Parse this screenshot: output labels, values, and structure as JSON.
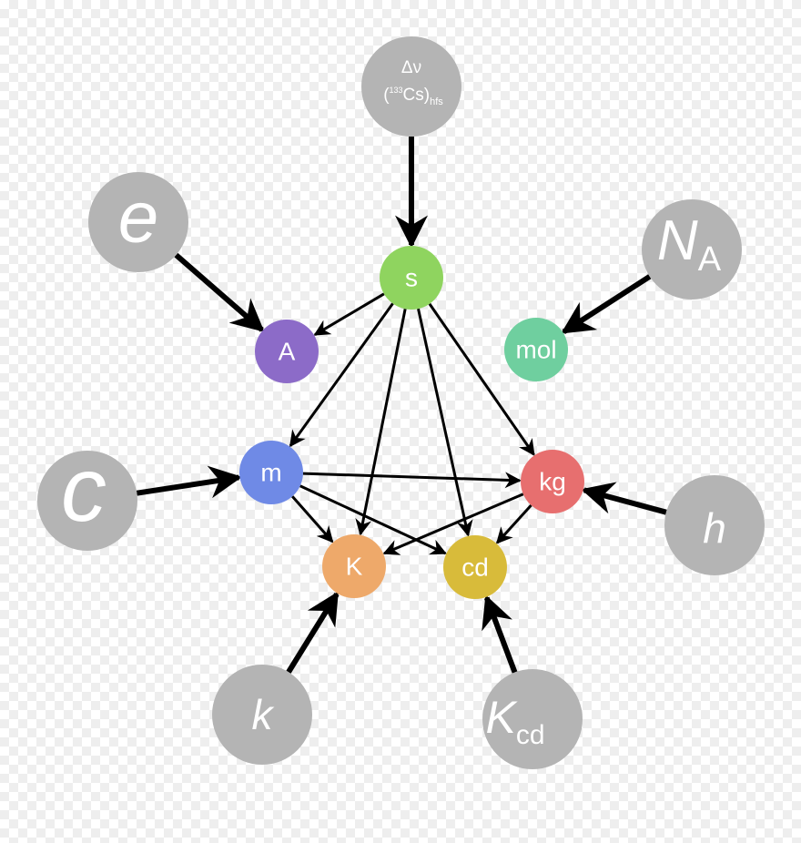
{
  "units": {
    "s": {
      "label": "s",
      "color": "#8fd45f"
    },
    "A": {
      "label": "A",
      "color": "#8c6bc8"
    },
    "mol": {
      "label": "mol",
      "color": "#6fcf9f"
    },
    "m": {
      "label": "m",
      "color": "#6f8ae6"
    },
    "kg": {
      "label": "kg",
      "color": "#e76f6f"
    },
    "K": {
      "label": "K",
      "color": "#eea96a"
    },
    "cd": {
      "label": "cd",
      "color": "#d8bb3a"
    }
  },
  "constants": {
    "dnu": {
      "line1": "Δν",
      "open": "(",
      "sup": "133",
      "cs": "Cs)",
      "sub": "hfs",
      "color": "#b4b4b4"
    },
    "e": {
      "main": "e",
      "color": "#b4b4b4"
    },
    "NA": {
      "main": "N",
      "sub": "A",
      "color": "#b4b4b4"
    },
    "c": {
      "main": "c",
      "color": "#b4b4b4"
    },
    "h": {
      "main": "h",
      "color": "#b4b4b4"
    },
    "k": {
      "main": "k",
      "color": "#b4b4b4"
    },
    "Kcd": {
      "main": "K",
      "sub": "cd",
      "color": "#b4b4b4"
    }
  },
  "unit_links": [
    [
      "s",
      "A"
    ],
    [
      "s",
      "m"
    ],
    [
      "s",
      "K"
    ],
    [
      "s",
      "cd"
    ],
    [
      "s",
      "kg"
    ],
    [
      "m",
      "kg"
    ],
    [
      "m",
      "K"
    ],
    [
      "m",
      "cd"
    ],
    [
      "kg",
      "K"
    ],
    [
      "kg",
      "cd"
    ]
  ],
  "constant_links": [
    [
      "dnu",
      "s"
    ],
    [
      "e",
      "A"
    ],
    [
      "NA",
      "mol"
    ],
    [
      "c",
      "m"
    ],
    [
      "h",
      "kg"
    ],
    [
      "k",
      "K"
    ],
    [
      "Kcd",
      "cd"
    ]
  ]
}
